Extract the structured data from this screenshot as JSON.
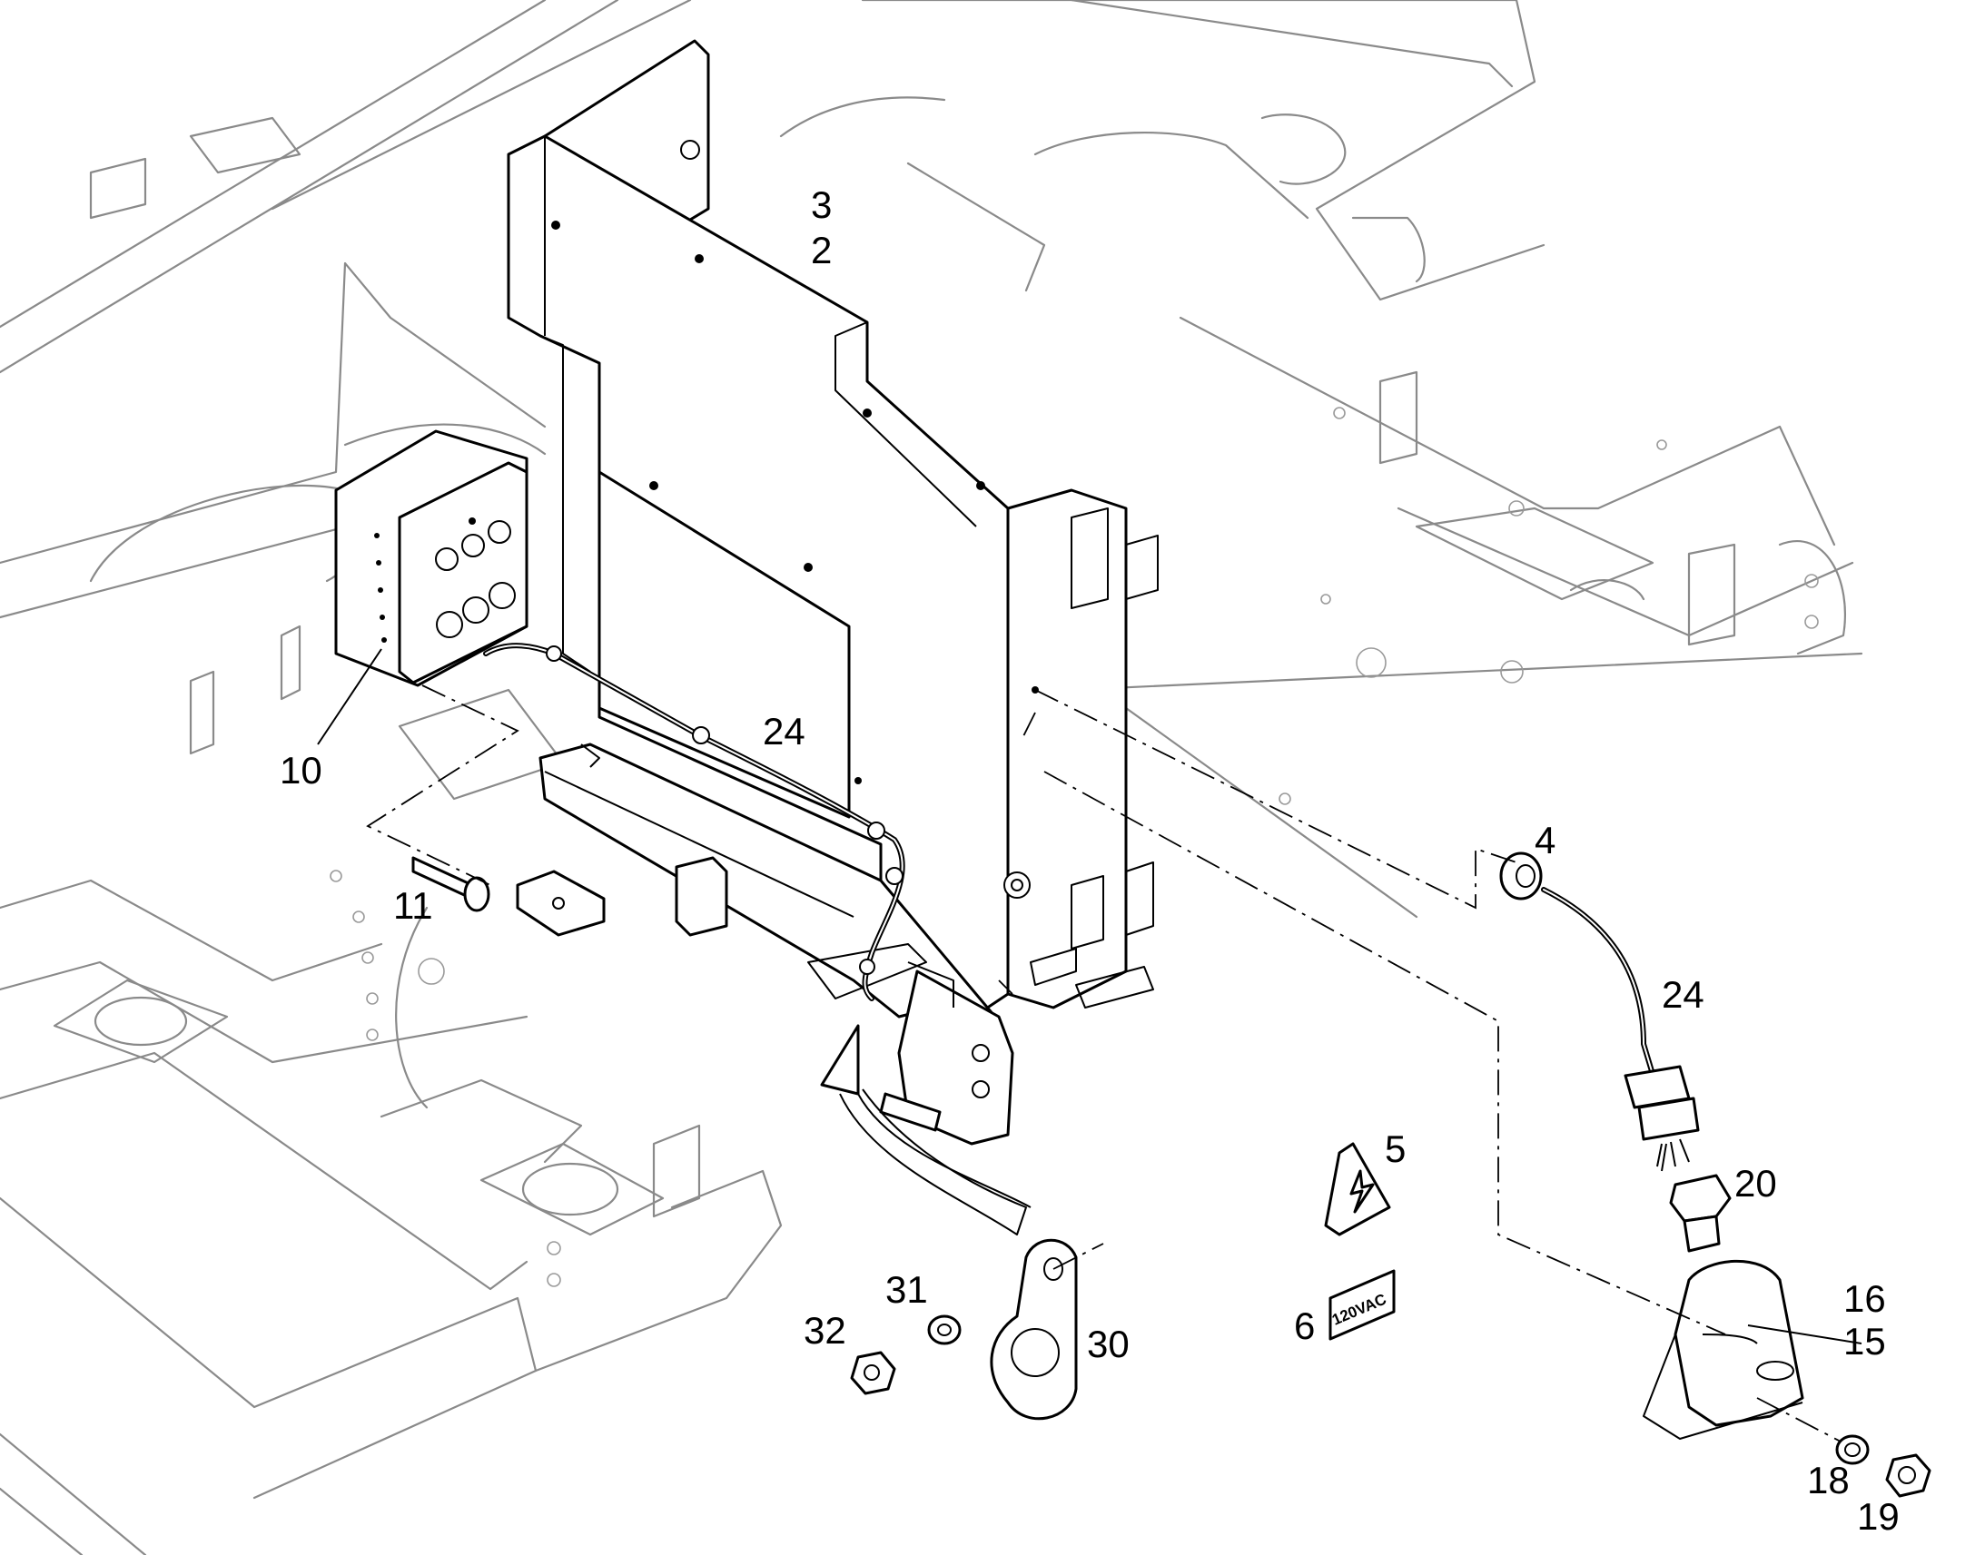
{
  "callouts": {
    "p3": "3",
    "p2": "2",
    "p24_harness": "24",
    "p10": "10",
    "p11": "11",
    "p4": "4",
    "p24_cable": "24",
    "p20": "20",
    "p5": "5",
    "p16": "16",
    "p15": "15",
    "p6": "6",
    "p31": "31",
    "p32": "32",
    "p30": "30",
    "p18": "18",
    "p19": "19"
  },
  "decals": {
    "voltage_label": "120VAC",
    "hazard_symbol": "lightning-bolt-warning"
  },
  "colors": {
    "line_art": "#000000",
    "background_frame": "#8a8a8a",
    "paper": "#ffffff"
  }
}
